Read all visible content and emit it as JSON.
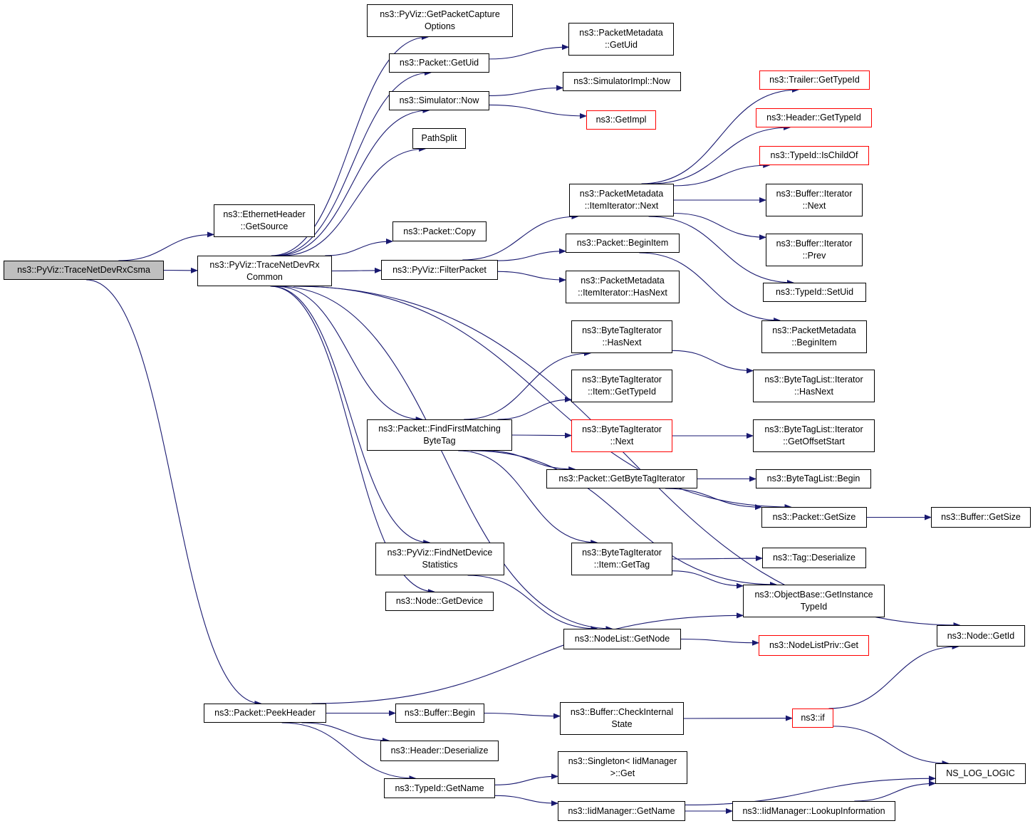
{
  "colors": {
    "edge": "#191970",
    "box_border": "#000000",
    "incomplete_border": "#ff0000",
    "root_fill": "#bfbfbf"
  },
  "nodes": {
    "root": {
      "label": "ns3::PyViz::TraceNetDevRxCsma"
    },
    "trace_common": {
      "label": "ns3::PyViz::TraceNetDevRx\nCommon"
    },
    "peek_header": {
      "label": "ns3::Packet::PeekHeader"
    },
    "ethernet_get_source": {
      "label": "ns3::EthernetHeader\n::GetSource"
    },
    "get_packet_capture_options": {
      "label": "ns3::PyViz::GetPacketCapture\nOptions"
    },
    "packet_get_uid": {
      "label": "ns3::Packet::GetUid"
    },
    "packet_metadata_get_uid": {
      "label": "ns3::PacketMetadata\n::GetUid"
    },
    "simulator_now": {
      "label": "ns3::Simulator::Now"
    },
    "simulator_impl_now": {
      "label": "ns3::SimulatorImpl::Now"
    },
    "get_impl": {
      "label": "ns3::GetImpl"
    },
    "path_split": {
      "label": "PathSplit"
    },
    "packet_copy": {
      "label": "ns3::Packet::Copy"
    },
    "filter_packet": {
      "label": "ns3::PyViz::FilterPacket"
    },
    "item_iterator_next": {
      "label": "ns3::PacketMetadata\n::ItemIterator::Next"
    },
    "packet_begin_item": {
      "label": "ns3::Packet::BeginItem"
    },
    "item_iterator_has_next": {
      "label": "ns3::PacketMetadata\n::ItemIterator::HasNext"
    },
    "trailer_get_type_id": {
      "label": "ns3::Trailer::GetTypeId"
    },
    "header_get_type_id": {
      "label": "ns3::Header::GetTypeId"
    },
    "type_id_is_child_of": {
      "label": "ns3::TypeId::IsChildOf"
    },
    "buffer_iterator_next": {
      "label": "ns3::Buffer::Iterator\n::Next"
    },
    "buffer_iterator_prev": {
      "label": "ns3::Buffer::Iterator\n::Prev"
    },
    "type_id_set_uid": {
      "label": "ns3::TypeId::SetUid"
    },
    "packet_metadata_begin_item": {
      "label": "ns3::PacketMetadata\n::BeginItem"
    },
    "byte_tag_iterator_has_next": {
      "label": "ns3::ByteTagIterator\n::HasNext"
    },
    "byte_tag_iterator_item_get_type_id": {
      "label": "ns3::ByteTagIterator\n::Item::GetTypeId"
    },
    "find_first_matching_byte_tag": {
      "label": "ns3::Packet::FindFirstMatching\nByteTag"
    },
    "byte_tag_iterator_next": {
      "label": "ns3::ByteTagIterator\n::Next"
    },
    "packet_get_byte_tag_iterator": {
      "label": "ns3::Packet::GetByteTagIterator"
    },
    "byte_tag_list_iterator_has_next": {
      "label": "ns3::ByteTagList::Iterator\n::HasNext"
    },
    "byte_tag_list_iterator_get_offset_start": {
      "label": "ns3::ByteTagList::Iterator\n::GetOffsetStart"
    },
    "byte_tag_list_begin": {
      "label": "ns3::ByteTagList::Begin"
    },
    "packet_get_size": {
      "label": "ns3::Packet::GetSize"
    },
    "buffer_get_size": {
      "label": "ns3::Buffer::GetSize"
    },
    "find_net_device_statistics": {
      "label": "ns3::PyViz::FindNetDevice\nStatistics"
    },
    "byte_tag_iterator_item_get_tag": {
      "label": "ns3::ByteTagIterator\n::Item::GetTag"
    },
    "tag_deserialize": {
      "label": "ns3::Tag::Deserialize"
    },
    "object_base_get_instance_type_id": {
      "label": "ns3::ObjectBase::GetInstance\nTypeId"
    },
    "node_get_device": {
      "label": "ns3::Node::GetDevice"
    },
    "node_list_get_node": {
      "label": "ns3::NodeList::GetNode"
    },
    "node_list_priv_get": {
      "label": "ns3::NodeListPriv::Get"
    },
    "node_get_id": {
      "label": "ns3::Node::GetId"
    },
    "buffer_begin": {
      "label": "ns3::Buffer::Begin"
    },
    "buffer_check_internal_state": {
      "label": "ns3::Buffer::CheckInternal\nState"
    },
    "ns3_if": {
      "label": "ns3::if"
    },
    "header_deserialize": {
      "label": "ns3::Header::Deserialize"
    },
    "singleton_iid_manager_get": {
      "label": "ns3::Singleton< IidManager\n>::Get"
    },
    "type_id_get_name": {
      "label": "ns3::TypeId::GetName"
    },
    "ns_log_logic": {
      "label": "NS_LOG_LOGIC"
    },
    "iid_manager_get_name": {
      "label": "ns3::IidManager::GetName"
    },
    "iid_manager_lookup_information": {
      "label": "ns3::IidManager::LookupInformation"
    }
  },
  "edges": [
    [
      "root",
      "trace_common"
    ],
    [
      "root",
      "ethernet_get_source"
    ],
    [
      "root",
      "peek_header"
    ],
    [
      "trace_common",
      "get_packet_capture_options"
    ],
    [
      "trace_common",
      "packet_get_uid"
    ],
    [
      "trace_common",
      "simulator_now"
    ],
    [
      "trace_common",
      "path_split"
    ],
    [
      "trace_common",
      "node_get_id"
    ],
    [
      "trace_common",
      "packet_copy"
    ],
    [
      "trace_common",
      "filter_packet"
    ],
    [
      "trace_common",
      "find_first_matching_byte_tag"
    ],
    [
      "trace_common",
      "packet_get_size"
    ],
    [
      "trace_common",
      "find_net_device_statistics"
    ],
    [
      "trace_common",
      "node_get_device"
    ],
    [
      "trace_common",
      "node_list_get_node"
    ],
    [
      "packet_get_uid",
      "packet_metadata_get_uid"
    ],
    [
      "simulator_now",
      "simulator_impl_now"
    ],
    [
      "simulator_now",
      "get_impl"
    ],
    [
      "filter_packet",
      "item_iterator_next"
    ],
    [
      "filter_packet",
      "packet_begin_item"
    ],
    [
      "filter_packet",
      "item_iterator_has_next"
    ],
    [
      "item_iterator_next",
      "trailer_get_type_id"
    ],
    [
      "item_iterator_next",
      "header_get_type_id"
    ],
    [
      "item_iterator_next",
      "type_id_is_child_of"
    ],
    [
      "item_iterator_next",
      "buffer_iterator_next"
    ],
    [
      "item_iterator_next",
      "buffer_iterator_prev"
    ],
    [
      "item_iterator_next",
      "type_id_set_uid"
    ],
    [
      "packet_begin_item",
      "packet_metadata_begin_item"
    ],
    [
      "find_first_matching_byte_tag",
      "byte_tag_iterator_has_next"
    ],
    [
      "find_first_matching_byte_tag",
      "byte_tag_iterator_item_get_type_id"
    ],
    [
      "find_first_matching_byte_tag",
      "byte_tag_iterator_next"
    ],
    [
      "find_first_matching_byte_tag",
      "packet_get_byte_tag_iterator"
    ],
    [
      "find_first_matching_byte_tag",
      "byte_tag_iterator_item_get_tag"
    ],
    [
      "find_first_matching_byte_tag",
      "object_base_get_instance_type_id"
    ],
    [
      "byte_tag_iterator_has_next",
      "byte_tag_list_iterator_has_next"
    ],
    [
      "byte_tag_iterator_next",
      "byte_tag_list_iterator_get_offset_start"
    ],
    [
      "packet_get_byte_tag_iterator",
      "byte_tag_list_begin"
    ],
    [
      "packet_get_byte_tag_iterator",
      "packet_get_size"
    ],
    [
      "packet_get_size",
      "buffer_get_size"
    ],
    [
      "byte_tag_iterator_item_get_tag",
      "tag_deserialize"
    ],
    [
      "byte_tag_iterator_item_get_tag",
      "object_base_get_instance_type_id"
    ],
    [
      "find_net_device_statistics",
      "node_list_get_node"
    ],
    [
      "node_list_get_node",
      "node_list_priv_get"
    ],
    [
      "peek_header",
      "object_base_get_instance_type_id"
    ],
    [
      "peek_header",
      "buffer_begin"
    ],
    [
      "peek_header",
      "header_deserialize"
    ],
    [
      "peek_header",
      "type_id_get_name"
    ],
    [
      "buffer_begin",
      "buffer_check_internal_state"
    ],
    [
      "buffer_check_internal_state",
      "ns3_if"
    ],
    [
      "ns3_if",
      "node_get_id"
    ],
    [
      "ns3_if",
      "ns_log_logic"
    ],
    [
      "type_id_get_name",
      "singleton_iid_manager_get"
    ],
    [
      "type_id_get_name",
      "iid_manager_get_name"
    ],
    [
      "iid_manager_get_name",
      "ns_log_logic"
    ],
    [
      "iid_manager_get_name",
      "iid_manager_lookup_information"
    ],
    [
      "iid_manager_lookup_information",
      "ns_log_logic"
    ]
  ]
}
